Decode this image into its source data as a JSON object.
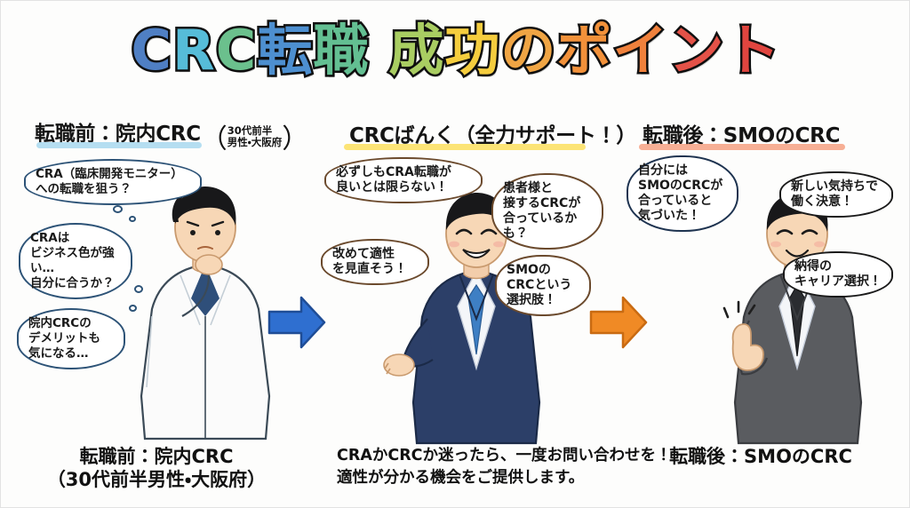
{
  "title": {
    "text": "CRC転職 成功のポイント",
    "chars": [
      {
        "c": "C",
        "color": "#4f7fc4"
      },
      {
        "c": "R",
        "color": "#56bcd8"
      },
      {
        "c": "C",
        "color": "#6bc08d"
      },
      {
        "c": "転",
        "color": "#4d8fd0"
      },
      {
        "c": "職",
        "color": "#63bf92"
      },
      {
        "c": " ",
        "color": "#ffffff"
      },
      {
        "c": "成",
        "color": "#a9cd62"
      },
      {
        "c": "功",
        "color": "#f5cd3e"
      },
      {
        "c": "の",
        "color": "#f0a544"
      },
      {
        "c": "ポ",
        "color": "#f2913a"
      },
      {
        "c": "イ",
        "color": "#f0813c"
      },
      {
        "c": "ン",
        "color": "#e45248"
      },
      {
        "c": "ト",
        "color": "#e0453f"
      }
    ]
  },
  "columns": [
    {
      "id": "before",
      "header_main": "転職前：院内CRC",
      "header_sub_line1": "30代前半",
      "header_sub_line2": "男性・大阪府",
      "header_underline_color": "#a8d8ef",
      "caption_line1": "転職前：院内CRC",
      "caption_line2": "（30代前半男性・大阪府）",
      "person_label": "worried-male-crc-in-white-coat",
      "bubbles": [
        {
          "id": "b1",
          "style": "thought",
          "lines": [
            "CRA（臨床開発モニター）",
            "への転職を狙う？"
          ]
        },
        {
          "id": "b2",
          "style": "thought",
          "lines": [
            "CRAは",
            "ビジネス色が強い…",
            "自分に合うか？"
          ]
        },
        {
          "id": "b3",
          "style": "thought",
          "lines": [
            "院内CRCの",
            "デメリットも",
            "気になる…"
          ]
        }
      ]
    },
    {
      "id": "agency",
      "header_main": "CRCばんく（全力サポート！）",
      "header_underline_color": "#fbdf5e",
      "caption_line1": "CRAかCRCか迷ったら、一度お問い合わせを！",
      "caption_line2": "適性が分かる機会をご提供します。",
      "caption_underline_color": "#fbd96b",
      "person_label": "smiling-male-consultant-in-navy-suit",
      "bubbles": [
        {
          "id": "b4",
          "style": "speech-brown",
          "lines": [
            "必ずしもCRA転職が",
            "良いとは限らない！"
          ]
        },
        {
          "id": "b5",
          "style": "speech-brown",
          "lines": [
            "改めて適性",
            "を見直そう！"
          ]
        },
        {
          "id": "b6",
          "style": "speech-brown",
          "lines": [
            "患者様と",
            "接するCRCが",
            "合っているかも？"
          ]
        },
        {
          "id": "b7",
          "style": "speech-brown",
          "lines": [
            "SMOの",
            "CRCという",
            "選択肢！"
          ]
        }
      ]
    },
    {
      "id": "after",
      "header_main": "転職後：SMOのCRC",
      "header_underline_color": "#f6a183",
      "caption_line1": "転職後：SMOのCRC",
      "person_label": "confident-male-crc-thumbs-up-in-grey-suit",
      "bubbles": [
        {
          "id": "b8",
          "style": "speech-navy",
          "lines": [
            "自分には",
            "SMOのCRCが",
            "合っていると",
            "気づいた！"
          ]
        },
        {
          "id": "b9",
          "style": "speech-black",
          "lines": [
            "新しい気持ちで",
            "働く決意！"
          ]
        },
        {
          "id": "b10",
          "style": "speech-black",
          "lines": [
            "納得の",
            "キャリア選択！"
          ]
        }
      ]
    }
  ],
  "arrows": [
    {
      "id": "arrow-1",
      "color": "#2f6fd0",
      "name": "blue-right-arrow"
    },
    {
      "id": "arrow-2",
      "color": "#f08a25",
      "name": "orange-right-arrow"
    }
  ],
  "colors": {
    "background": "#fdfdfc",
    "ink": "#141414",
    "thought_outline": "#2d5377",
    "speech_brown": "#6b4a2d",
    "speech_navy": "#1e3350",
    "speech_black": "#1a1a1a"
  }
}
